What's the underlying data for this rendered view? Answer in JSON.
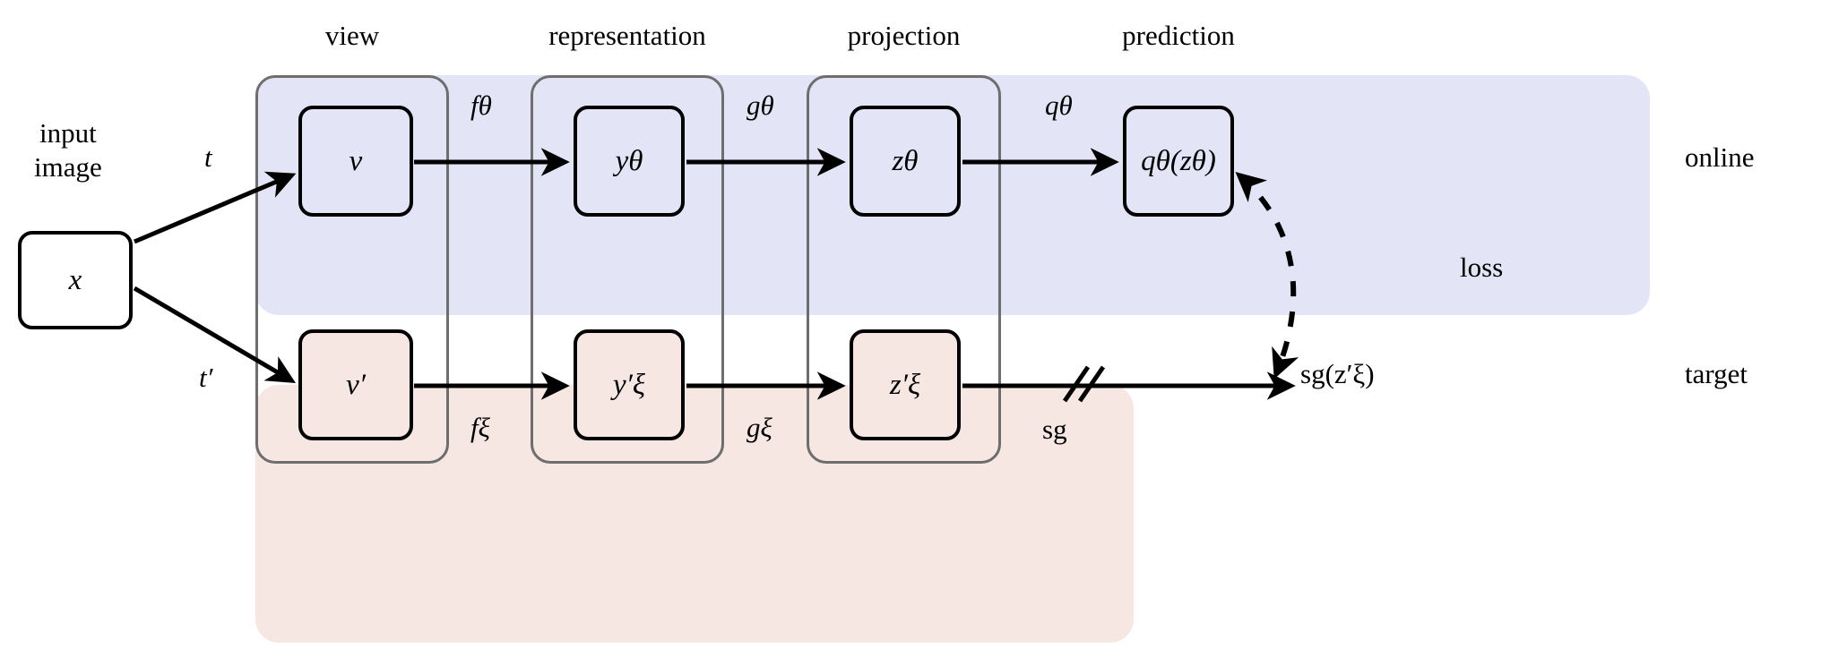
{
  "diagram": {
    "title": "BYOL architecture",
    "colors": {
      "online_band": "#e4e4f7",
      "target_band": "#f7e7e3",
      "group_outline": "#6e6e6e",
      "node_outline": "#000000",
      "arrow": "#000000"
    }
  },
  "column_headers": [
    {
      "id": "view",
      "label": "view"
    },
    {
      "id": "representation",
      "label": "representation"
    },
    {
      "id": "projection",
      "label": "projection"
    },
    {
      "id": "prediction",
      "label": "prediction"
    }
  ],
  "input": {
    "caption_line1": "input",
    "caption_line2": "image",
    "node_label": "x"
  },
  "branches": {
    "online": {
      "row_label": "online",
      "transform_label": "t",
      "nodes": [
        {
          "id": "view",
          "label": "v"
        },
        {
          "id": "representation",
          "label": "yθ"
        },
        {
          "id": "projection",
          "label": "zθ"
        },
        {
          "id": "prediction",
          "label": "qθ(zθ)"
        }
      ],
      "edge_labels": [
        {
          "id": "encoder",
          "label": "fθ"
        },
        {
          "id": "projector",
          "label": "gθ"
        },
        {
          "id": "predictor",
          "label": "qθ"
        }
      ]
    },
    "target": {
      "row_label": "target",
      "transform_label": "t′",
      "nodes": [
        {
          "id": "view",
          "label": "v′"
        },
        {
          "id": "representation",
          "label": "y′ξ"
        },
        {
          "id": "projection",
          "label": "z′ξ"
        },
        {
          "id": "stopgrad",
          "label": "sg(z′ξ)"
        }
      ],
      "edge_labels": [
        {
          "id": "encoder",
          "label": "fξ"
        },
        {
          "id": "projector",
          "label": "gξ"
        },
        {
          "id": "stop-gradient",
          "label": "sg"
        }
      ]
    }
  },
  "loss": {
    "label": "loss"
  }
}
